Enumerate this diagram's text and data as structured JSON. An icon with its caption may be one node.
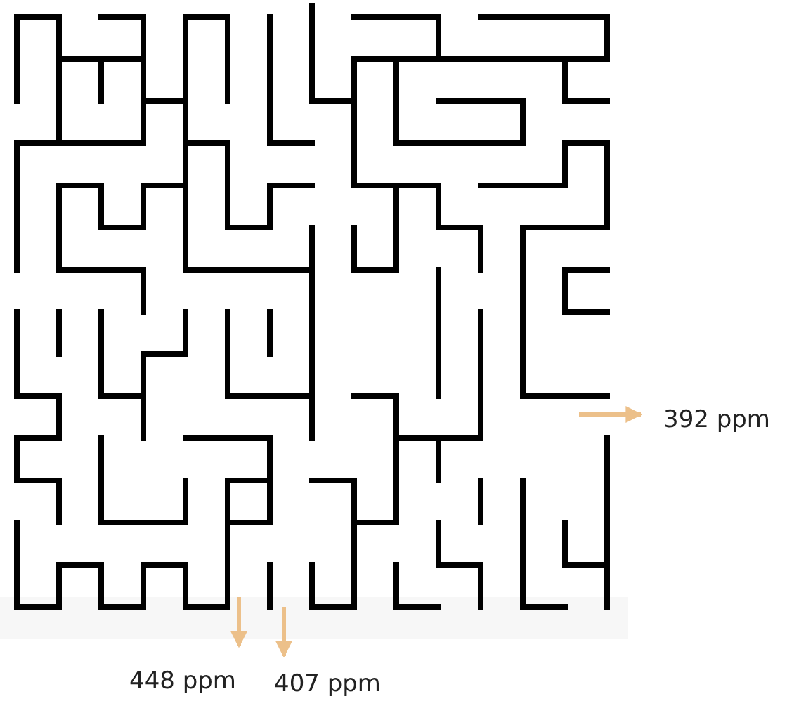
{
  "diagram": {
    "nodes": [
      {
        "text": [
          "392 ppm"
        ]
      },
      {
        "text": [
          "448 ppm"
        ]
      },
      {
        "text": [
          "407 ppm"
        ]
      }
    ],
    "edges": [
      {
        "from": null,
        "to": 0,
        "arrow": "to"
      },
      {
        "from": null,
        "to": 1,
        "arrow": "to"
      },
      {
        "from": null,
        "to": 2,
        "arrow": "to"
      }
    ]
  }
}
